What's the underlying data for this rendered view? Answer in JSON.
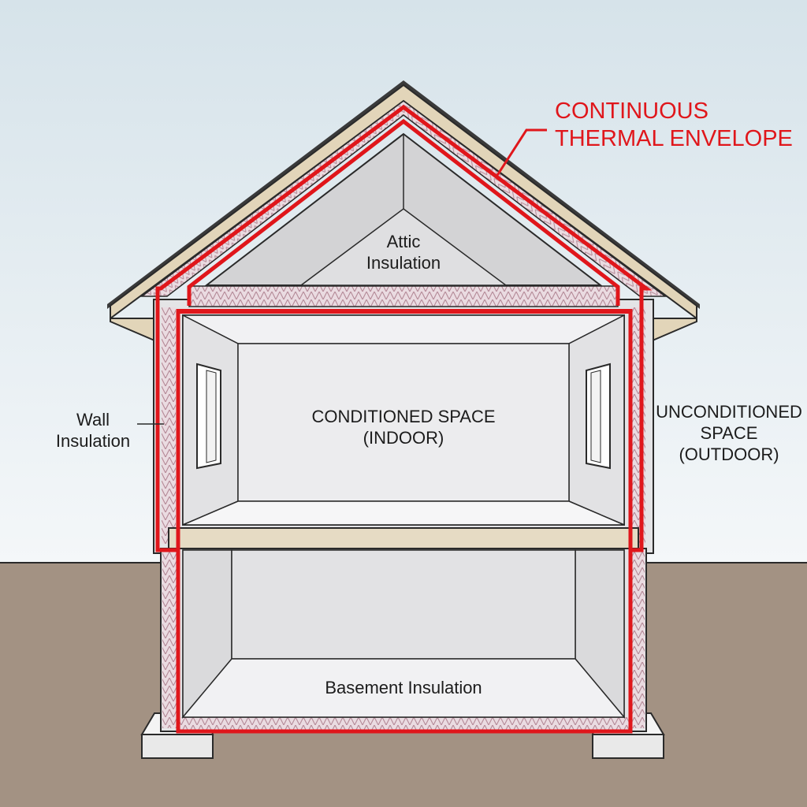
{
  "callout": {
    "line1": "CONTINUOUS",
    "line2": "THERMAL ENVELOPE",
    "color": "#e0161b"
  },
  "labels": {
    "attic_line1": "Attic",
    "attic_line2": "Insulation",
    "wall_line1": "Wall",
    "wall_line2": "Insulation",
    "conditioned_line1": "CONDITIONED SPACE",
    "conditioned_line2": "(INDOOR)",
    "unconditioned_line1": "UNCONDITIONED",
    "unconditioned_line2": "SPACE",
    "unconditioned_line3": "(OUTDOOR)",
    "basement": "Basement Insulation"
  },
  "colors": {
    "sky_top": "#d6e3ea",
    "sky_bottom": "#f4f7f9",
    "ground": "#a39283",
    "roof_trim": "#e2d5b9",
    "insulation_fill": "#eadbe1",
    "envelope_red": "#e0161b",
    "floor_beam": "#e6dbc4",
    "footing": "#e9e9e9"
  }
}
